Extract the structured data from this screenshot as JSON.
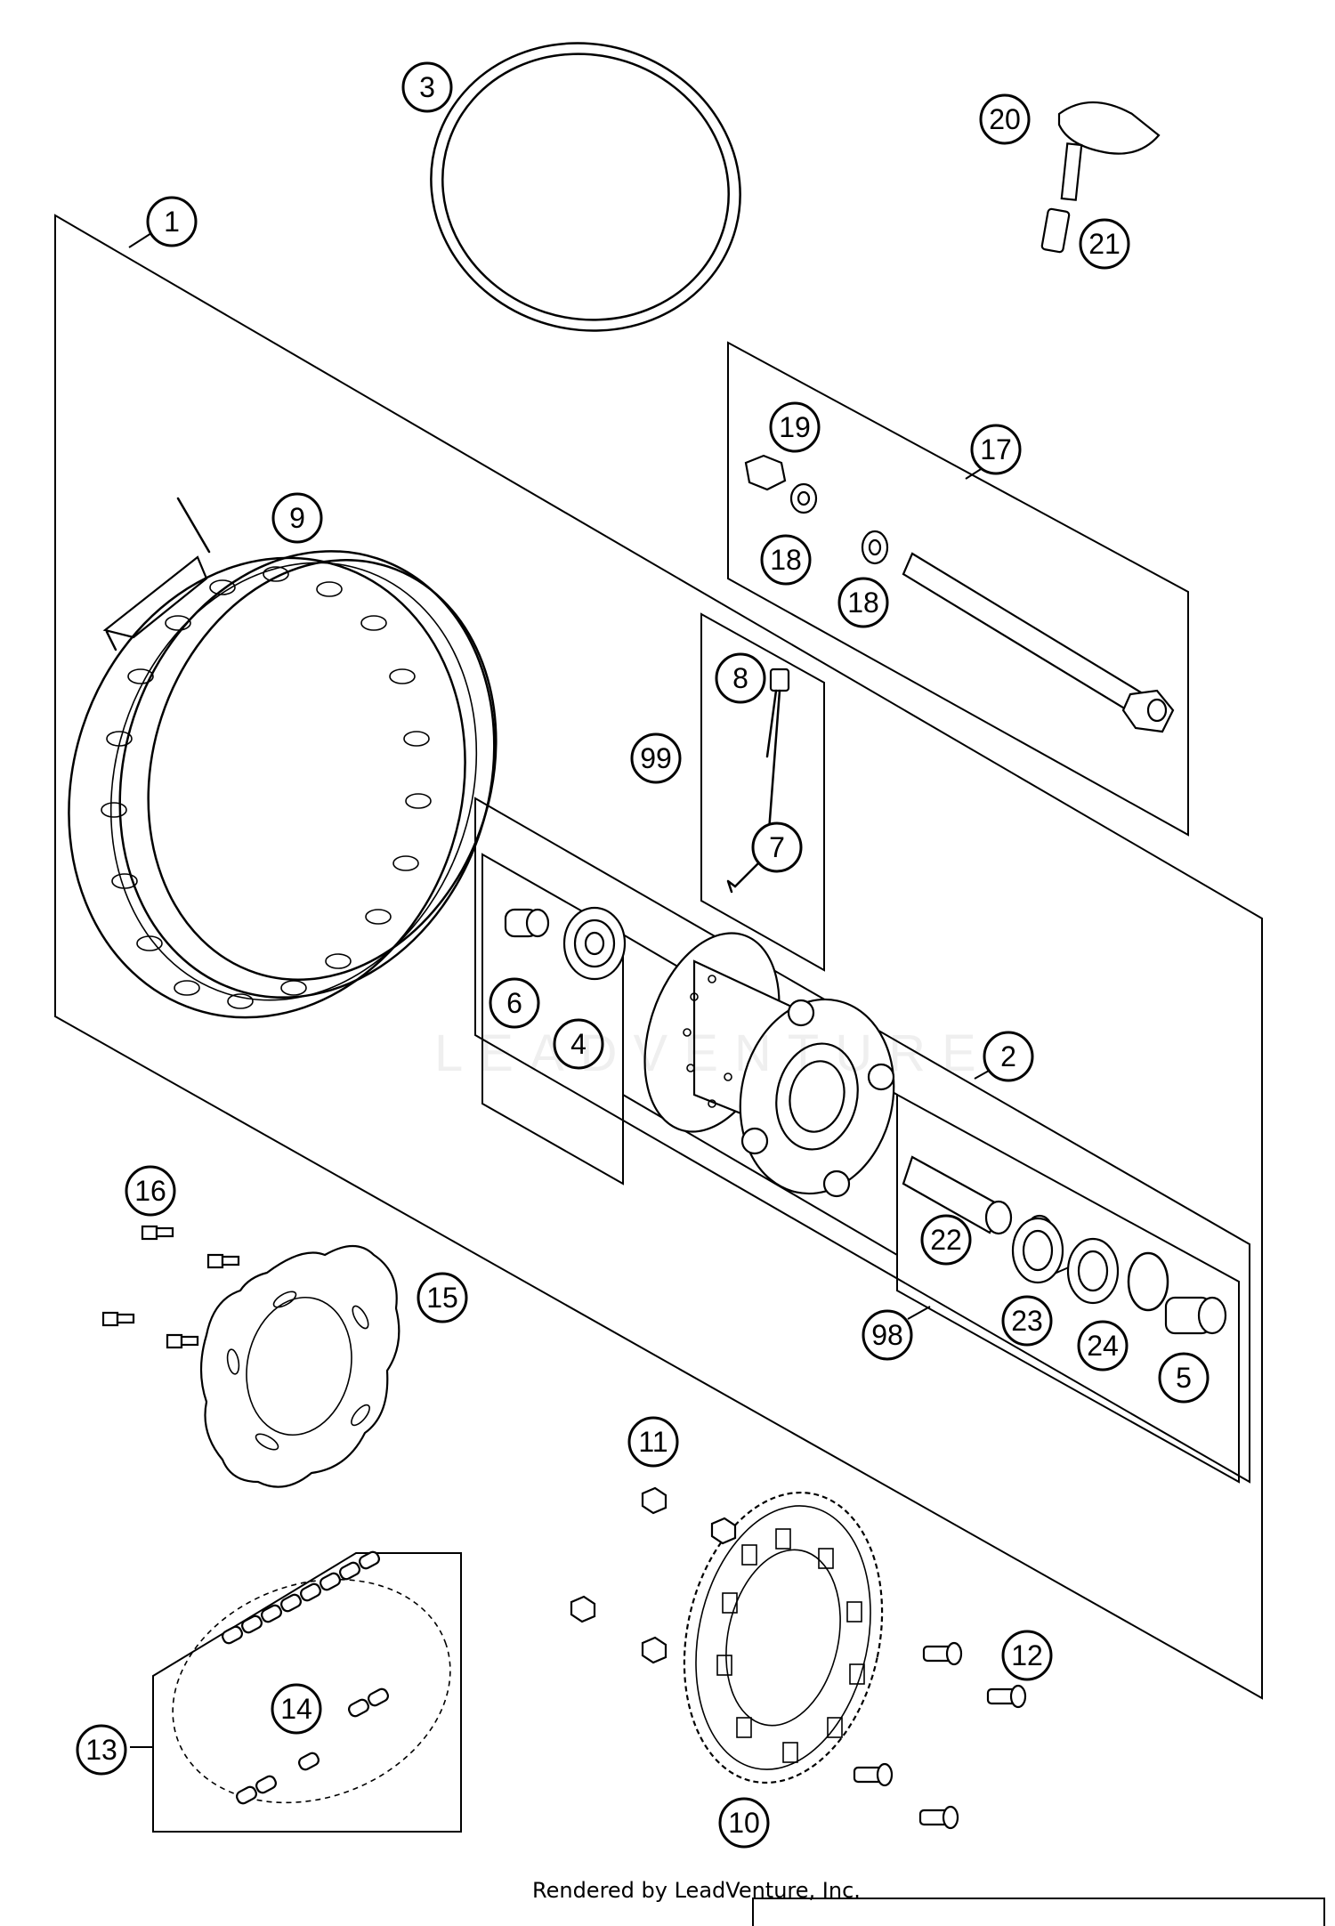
{
  "callouts": [
    {
      "label": "1",
      "part": "rear-wheel-assembly"
    },
    {
      "label": "2",
      "part": "hub-assembly"
    },
    {
      "label": "3",
      "part": "tire-rim-tape"
    },
    {
      "label": "4",
      "part": "bearing"
    },
    {
      "label": "5",
      "part": "spacer"
    },
    {
      "label": "6",
      "part": "spacer-left"
    },
    {
      "label": "7",
      "part": "spoke"
    },
    {
      "label": "8",
      "part": "spoke-nipple"
    },
    {
      "label": "9",
      "part": "rim"
    },
    {
      "label": "10",
      "part": "rear-sprocket"
    },
    {
      "label": "11",
      "part": "sprocket-nut"
    },
    {
      "label": "12",
      "part": "sprocket-bolt"
    },
    {
      "label": "13",
      "part": "chain-assembly"
    },
    {
      "label": "14",
      "part": "chain-link"
    },
    {
      "label": "15",
      "part": "brake-disc"
    },
    {
      "label": "16",
      "part": "disc-bolt"
    },
    {
      "label": "17",
      "part": "axle-kit"
    },
    {
      "label": "18",
      "part": "washer"
    },
    {
      "label": "18",
      "part": "washer-2"
    },
    {
      "label": "19",
      "part": "axle-nut"
    },
    {
      "label": "20",
      "part": "valve-cap"
    },
    {
      "label": "21",
      "part": "valve-nut"
    },
    {
      "label": "22",
      "part": "distance-tube"
    },
    {
      "label": "23",
      "part": "bearing-pair"
    },
    {
      "label": "24",
      "part": "circlip"
    },
    {
      "label": "98",
      "part": "hub-bearing-kit"
    },
    {
      "label": "99",
      "part": "spoke-set"
    }
  ],
  "footer": {
    "rendered_by": "Rendered by LeadVenture, Inc."
  },
  "watermark": {
    "text": "LEADVENTURE"
  },
  "colors": {
    "line": "#000000",
    "background": "#ffffff"
  }
}
